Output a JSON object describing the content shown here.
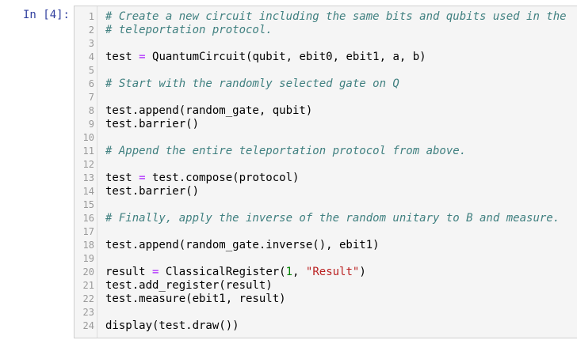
{
  "prompt": "In [4]:",
  "code_lines": [
    {
      "n": "1",
      "tokens": [
        {
          "t": "comment",
          "v": "# Create a new circuit including the same bits and qubits used in the"
        }
      ]
    },
    {
      "n": "2",
      "tokens": [
        {
          "t": "comment",
          "v": "# teleportation protocol."
        }
      ]
    },
    {
      "n": "3",
      "tokens": []
    },
    {
      "n": "4",
      "tokens": [
        {
          "t": "text",
          "v": "test "
        },
        {
          "t": "op",
          "v": "="
        },
        {
          "t": "text",
          "v": " QuantumCircuit(qubit, ebit0, ebit1, a, b)"
        }
      ]
    },
    {
      "n": "5",
      "tokens": []
    },
    {
      "n": "6",
      "tokens": [
        {
          "t": "comment",
          "v": "# Start with the randomly selected gate on Q"
        }
      ]
    },
    {
      "n": "7",
      "tokens": []
    },
    {
      "n": "8",
      "tokens": [
        {
          "t": "text",
          "v": "test.append(random_gate, qubit)"
        }
      ]
    },
    {
      "n": "9",
      "tokens": [
        {
          "t": "text",
          "v": "test.barrier()"
        }
      ]
    },
    {
      "n": "10",
      "tokens": []
    },
    {
      "n": "11",
      "tokens": [
        {
          "t": "comment",
          "v": "# Append the entire teleportation protocol from above."
        }
      ]
    },
    {
      "n": "12",
      "tokens": []
    },
    {
      "n": "13",
      "tokens": [
        {
          "t": "text",
          "v": "test "
        },
        {
          "t": "op",
          "v": "="
        },
        {
          "t": "text",
          "v": " test.compose(protocol)"
        }
      ]
    },
    {
      "n": "14",
      "tokens": [
        {
          "t": "text",
          "v": "test.barrier()"
        }
      ]
    },
    {
      "n": "15",
      "tokens": []
    },
    {
      "n": "16",
      "tokens": [
        {
          "t": "comment",
          "v": "# Finally, apply the inverse of the random unitary to B and measure."
        }
      ]
    },
    {
      "n": "17",
      "tokens": []
    },
    {
      "n": "18",
      "tokens": [
        {
          "t": "text",
          "v": "test.append(random_gate.inverse(), ebit1)"
        }
      ]
    },
    {
      "n": "19",
      "tokens": []
    },
    {
      "n": "20",
      "tokens": [
        {
          "t": "text",
          "v": "result "
        },
        {
          "t": "op",
          "v": "="
        },
        {
          "t": "text",
          "v": " ClassicalRegister("
        },
        {
          "t": "num",
          "v": "1"
        },
        {
          "t": "text",
          "v": ", "
        },
        {
          "t": "str",
          "v": "\"Result\""
        },
        {
          "t": "text",
          "v": ")"
        }
      ]
    },
    {
      "n": "21",
      "tokens": [
        {
          "t": "text",
          "v": "test.add_register(result)"
        }
      ]
    },
    {
      "n": "22",
      "tokens": [
        {
          "t": "text",
          "v": "test.measure(ebit1, result)"
        }
      ]
    },
    {
      "n": "23",
      "tokens": []
    },
    {
      "n": "24",
      "tokens": [
        {
          "t": "text",
          "v": "display(test.draw())"
        }
      ]
    }
  ],
  "colors": {
    "prompt": "#303f9f",
    "comment": "#408080",
    "operator": "#aa22ff",
    "number": "#008000",
    "string": "#ba2121",
    "cell_background": "#f5f5f5"
  }
}
